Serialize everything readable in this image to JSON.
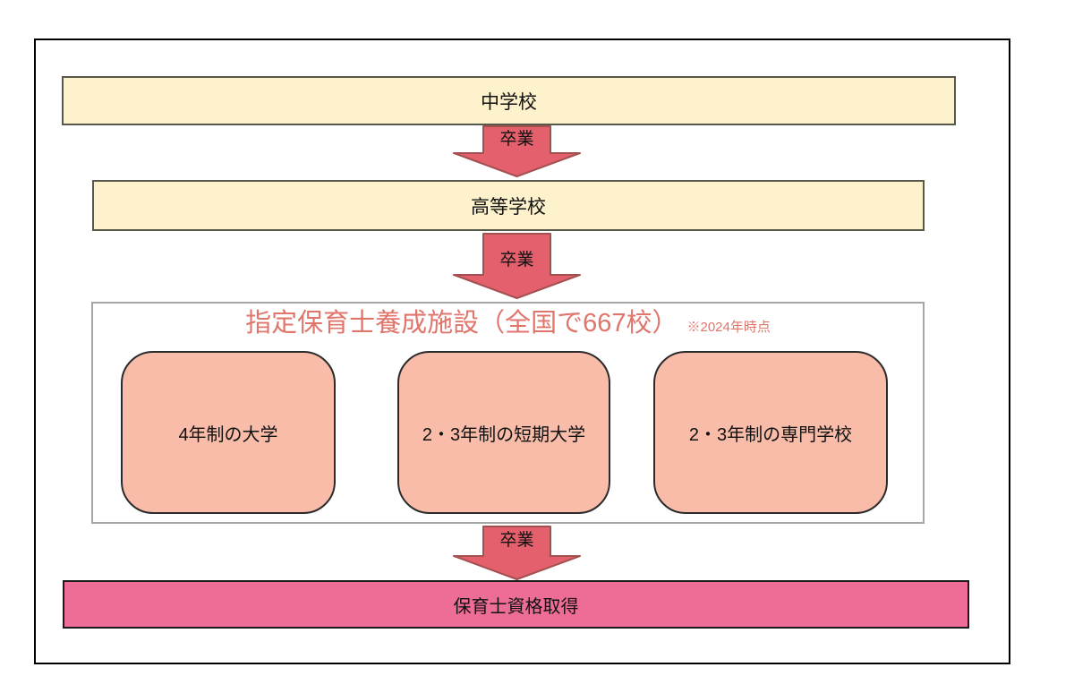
{
  "diagram": {
    "middle_school": {
      "label": "中学校"
    },
    "high_school": {
      "label": "高等学校"
    },
    "arrows": [
      {
        "label": "卒業"
      },
      {
        "label": "卒業"
      },
      {
        "label": "卒業"
      }
    ],
    "training_facilities": {
      "title": "指定保育士養成施設（全国で667校）",
      "note": "※2024年時点",
      "options": [
        {
          "label": "4年制の大学"
        },
        {
          "label": "2・3年制の短期大学"
        },
        {
          "label": "2・3年制の専門学校"
        }
      ]
    },
    "result": {
      "label": "保育士資格取得"
    }
  },
  "colors": {
    "frame_border": "#000000",
    "cream_fill": "#FDF2CC",
    "cream_border": "#57574A",
    "arrow_fill": "#E3606C",
    "arrow_border": "#A35050",
    "container_border": "#A6A6A6",
    "title_color": "#E0756C",
    "option_fill": "#F8BCA9",
    "option_border": "#2B2B2B",
    "result_fill": "#EE6D96",
    "result_border": "#1A1A1A"
  }
}
